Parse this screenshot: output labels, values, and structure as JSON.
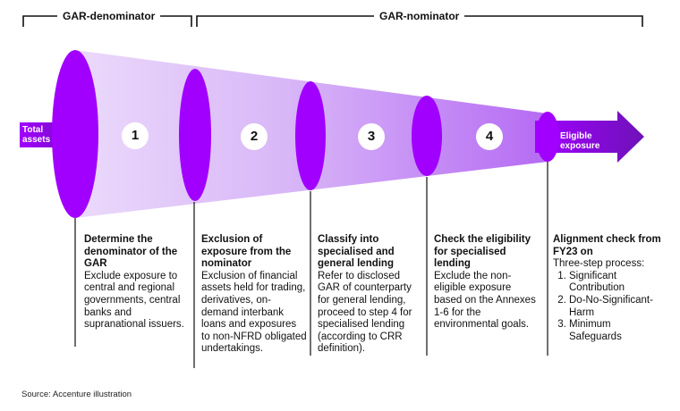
{
  "brackets": {
    "denominator_label": "GAR-denominator",
    "nominator_label": "GAR-nominator"
  },
  "arrow": {
    "input_label": "Total assets",
    "output_label": "Eligible exposure"
  },
  "steps": [
    {
      "number": "1",
      "heading": "Determine the denominator of the GAR",
      "body": "Exclude exposure to central and regional governments, central banks and supranational issuers."
    },
    {
      "number": "2",
      "heading": "Exclusion of exposure from the nominator",
      "body": "Exclusion of financial assets held for trading, derivatives, on-demand interbank loans and exposures to non-NFRD obligated undertakings."
    },
    {
      "number": "3",
      "heading": "Classify into specialised and general lending",
      "body": "Refer to disclosed GAR of counterparty for general lending, proceed to step 4 for specialised lending (according to CRR definition)."
    },
    {
      "number": "4",
      "heading": "Check the eligibility for specialised lending",
      "body": "Exclude the non-eligible exposure based on the Annexes 1-6 for the environmental goals."
    }
  ],
  "alignment": {
    "heading": "Alignment check from FY23 on",
    "intro": "Three-step process:",
    "items": [
      "Significant Contribution",
      "Do-No-Significant-Harm",
      "Minimum Safeguards"
    ]
  },
  "source": "Source: Accenture illustration",
  "colors": {
    "purple": "#a100ff",
    "dark_purple": "#6a0aa8",
    "light_purple": "#e2ccf7"
  }
}
